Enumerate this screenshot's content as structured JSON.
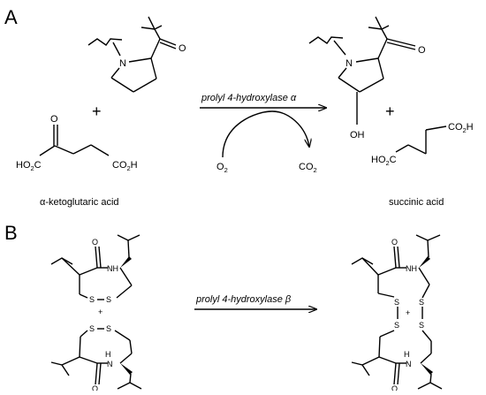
{
  "panels": {
    "a": {
      "label": "A",
      "arrow_label": "prolyl 4-hydroxylase α",
      "plus": "+",
      "o2": "O",
      "o2_sub": "2",
      "co2": "CO",
      "co2_sub": "2",
      "ketoglutarate": {
        "ho2c": "HO",
        "ho2c_sub": "2",
        "ho2c_c": "C",
        "co2h": "CO",
        "co2h_sub": "2",
        "co2h_h": "H",
        "oxygen": "O",
        "name": "α-ketoglutaric acid"
      },
      "proline": {
        "n": "N",
        "o": "O"
      },
      "hydroxyproline": {
        "n": "N",
        "o": "O",
        "oh": "OH"
      },
      "succinate": {
        "ho2c": "HO",
        "ho2c_sub": "2",
        "ho2c_c": "C",
        "co2h": "CO",
        "co2h_sub": "2",
        "co2h_h": "H",
        "name": "succinic acid"
      }
    },
    "b": {
      "label": "B",
      "arrow_label": "prolyl 4-hydroxylase β",
      "plus": "+",
      "o": "O",
      "nh": "NH",
      "s": "S",
      "h": "H",
      "n": "N"
    }
  }
}
